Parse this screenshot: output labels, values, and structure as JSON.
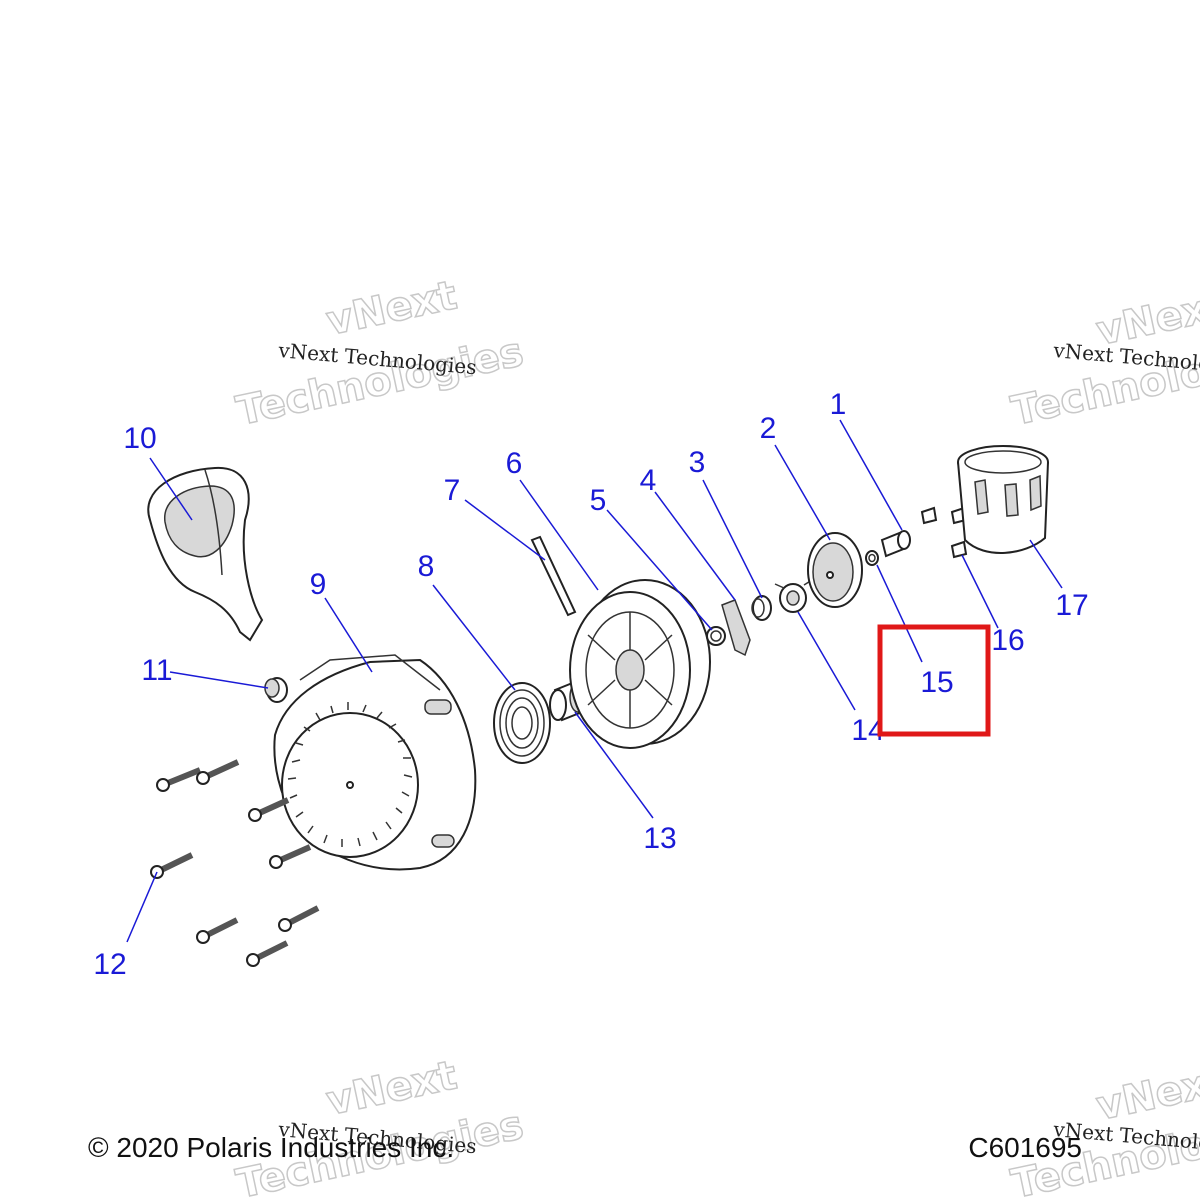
{
  "watermarks": {
    "line": "vNext Technologies",
    "word1": "vNext",
    "word2": "Technologies"
  },
  "callouts": [
    "1",
    "2",
    "3",
    "4",
    "5",
    "6",
    "7",
    "8",
    "9",
    "10",
    "11",
    "12",
    "13",
    "14",
    "15",
    "16",
    "17"
  ],
  "highlight": {
    "label": "15",
    "color": "#e01818"
  },
  "footer": {
    "copyright": "© 2020 Polaris Industries Inc.",
    "diagram_id": "C601695"
  },
  "colors": {
    "callout": "#1a1ad6",
    "outline": "#222222"
  }
}
